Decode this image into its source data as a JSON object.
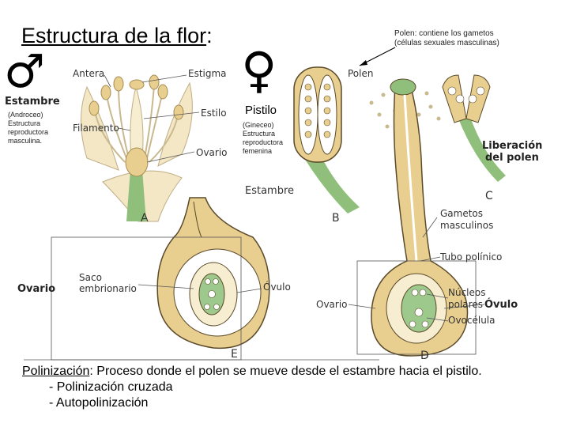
{
  "title": {
    "main": "Estructura de la flor",
    "colon": ":"
  },
  "pollen_note": {
    "line1": "Polen: contiene los gametos",
    "line2": "(células sexuales masculinas)"
  },
  "male": {
    "symbol": "♂",
    "label": "Estambre",
    "desc1": "(Androceo)",
    "desc2": "Estructura",
    "desc3": "reproductora",
    "desc4": "masculina."
  },
  "female": {
    "symbol": "♀",
    "label": "Pistilo",
    "desc1": "(Gineceo)",
    "desc2": "Estructura",
    "desc3": "reproductora",
    "desc4": "femenina"
  },
  "labels": {
    "antera": "Antera",
    "estigma": "Estigma",
    "estilo": "Estilo",
    "filamento": "Filamento",
    "ovario_a": "Ovario",
    "polen": "Polen",
    "estambre_b": "Estambre",
    "liberacion1": "Liberación",
    "liberacion2": "del polen",
    "gametos1": "Gametos",
    "gametos2": "masculinos",
    "tubo": "Tubo polínico",
    "nucleos1": "Núcleos",
    "nucleos2": "polares",
    "ovocelula": "Ovocélula",
    "ovulo_d": "Óvulo",
    "ovario_d": "Ovario",
    "ovario_e": "Ovario",
    "saco1": "Saco",
    "saco2": "embrionario",
    "ovulo_e": "Óvulo"
  },
  "letters": {
    "a": "A",
    "b": "B",
    "c": "C",
    "d": "D",
    "e": "E"
  },
  "bottom": {
    "term": "Polinización",
    "colon": ":",
    "definition": " Proceso donde el polen se mueve desde el estambre hacia el pistilo.",
    "item1": "- Polinización cruzada",
    "item2": "- Autopolinización"
  },
  "colors": {
    "stem": "#8fbf7a",
    "petal": "#f4e7c5",
    "tissue": "#e9cf8f",
    "outline": "#5b4a2a",
    "green": "#9dc98d"
  }
}
